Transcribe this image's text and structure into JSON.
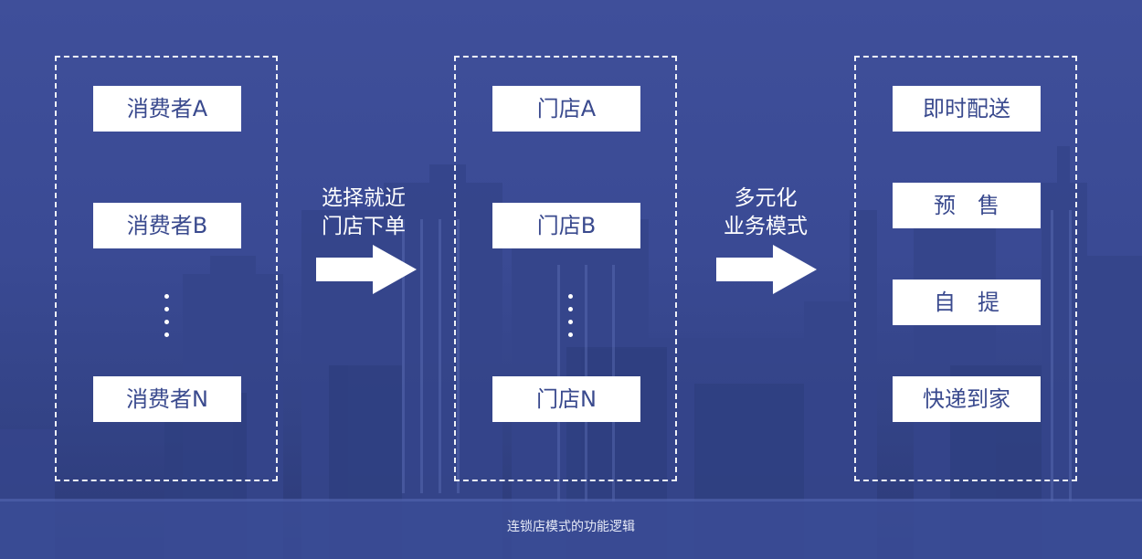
{
  "groups": [
    {
      "items": [
        "消费者A",
        "消费者B",
        "消费者N"
      ]
    },
    {
      "items": [
        "门店A",
        "门店B",
        "门店N"
      ]
    },
    {
      "items": [
        "即时配送",
        "预　售",
        "自　提",
        "快递到家"
      ]
    }
  ],
  "connectors": [
    {
      "line1": "选择就近",
      "line2": "门店下单"
    },
    {
      "line1": "多元化",
      "line2": "业务模式"
    }
  ],
  "caption": "连锁店模式的功能逻辑",
  "colors": {
    "background": "#3a4a94",
    "box": "#ffffff",
    "box_text": "#3a4a8e",
    "line": "#ffffff"
  }
}
